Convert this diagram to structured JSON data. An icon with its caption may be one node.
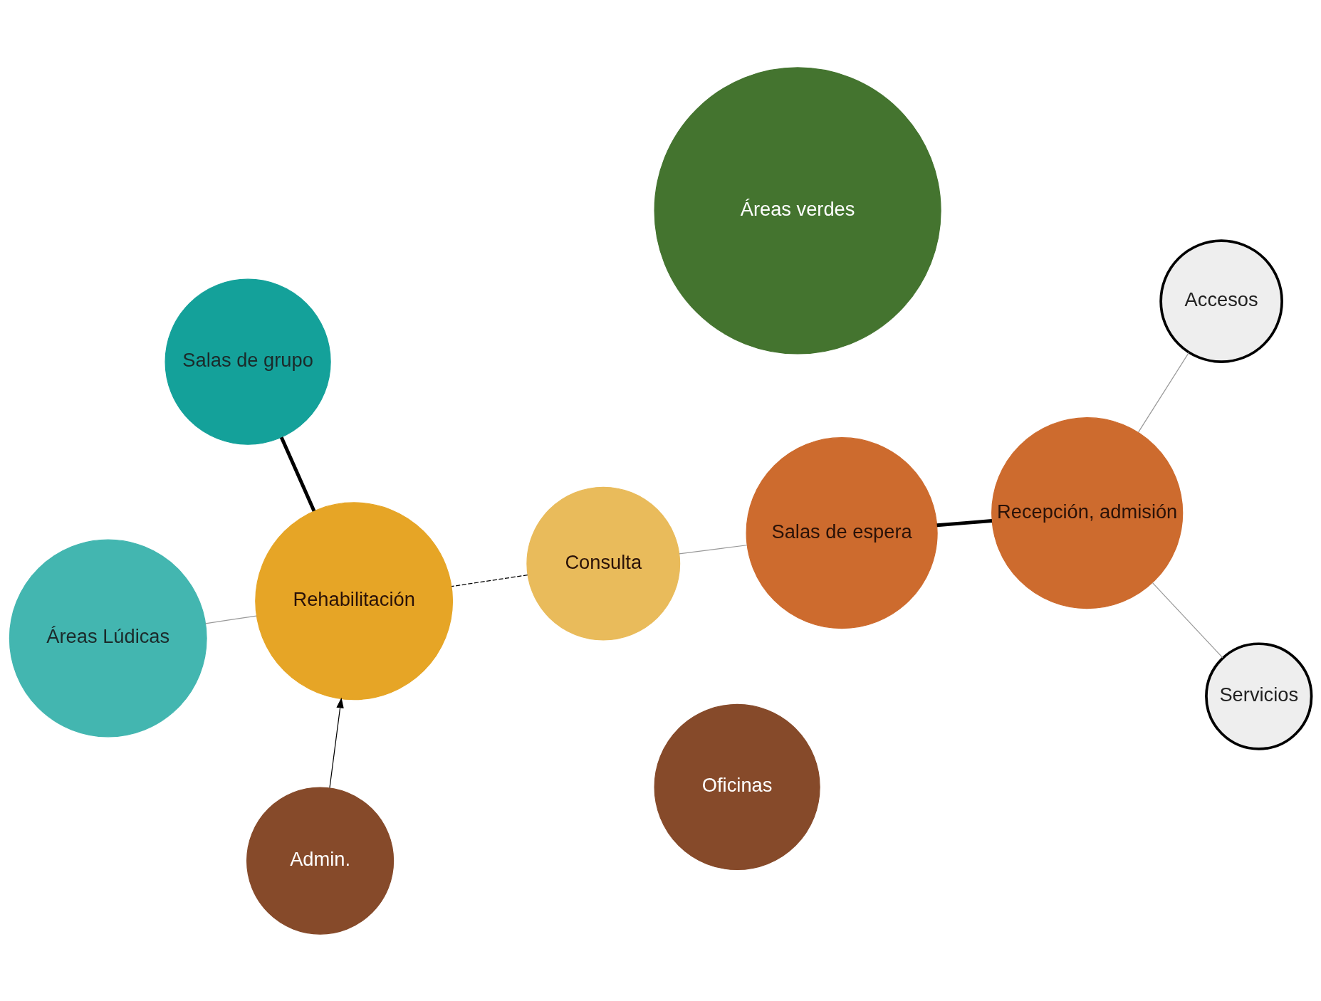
{
  "diagram": {
    "nodes": [
      {
        "text": [
          "Accesos"
        ]
      },
      {
        "text": [
          "Recepción, admisión"
        ]
      },
      {
        "text": [
          "Servicios"
        ]
      },
      {
        "text": [
          "Salas de espera"
        ]
      },
      {
        "text": [
          "Áreas verdes"
        ]
      },
      {
        "text": [
          "Rehabilitación"
        ]
      },
      {
        "text": [
          "Salas de grupo"
        ]
      },
      {
        "text": [
          "Áreas Lúdicas"
        ]
      },
      {
        "text": [
          "Consulta"
        ]
      },
      {
        "text": [
          "Admin."
        ]
      },
      {
        "text": [
          "Oficinas"
        ]
      }
    ],
    "edges": [
      {
        "from": 0,
        "to": 1,
        "arrow": "none",
        "color": "#999999"
      },
      {
        "from": 1,
        "to": 2,
        "arrow": "none",
        "color": "#999999"
      },
      {
        "from": 1,
        "to": 3,
        "arrow": "none",
        "style": "thick",
        "color": "#000000"
      },
      {
        "from": 3,
        "to": 8,
        "arrow": "none",
        "color": "#999999"
      },
      {
        "from": 5,
        "to": 6,
        "arrow": "none",
        "style": "thick",
        "color": "#000000"
      },
      {
        "from": 5,
        "to": 7,
        "arrow": "none",
        "color": "#999999"
      },
      {
        "from": 8,
        "to": 5,
        "arrow": "none",
        "style": "dashed",
        "color": "#000000"
      },
      {
        "from": 9,
        "to": 5,
        "arrow": "to",
        "color": "#000000"
      }
    ]
  }
}
